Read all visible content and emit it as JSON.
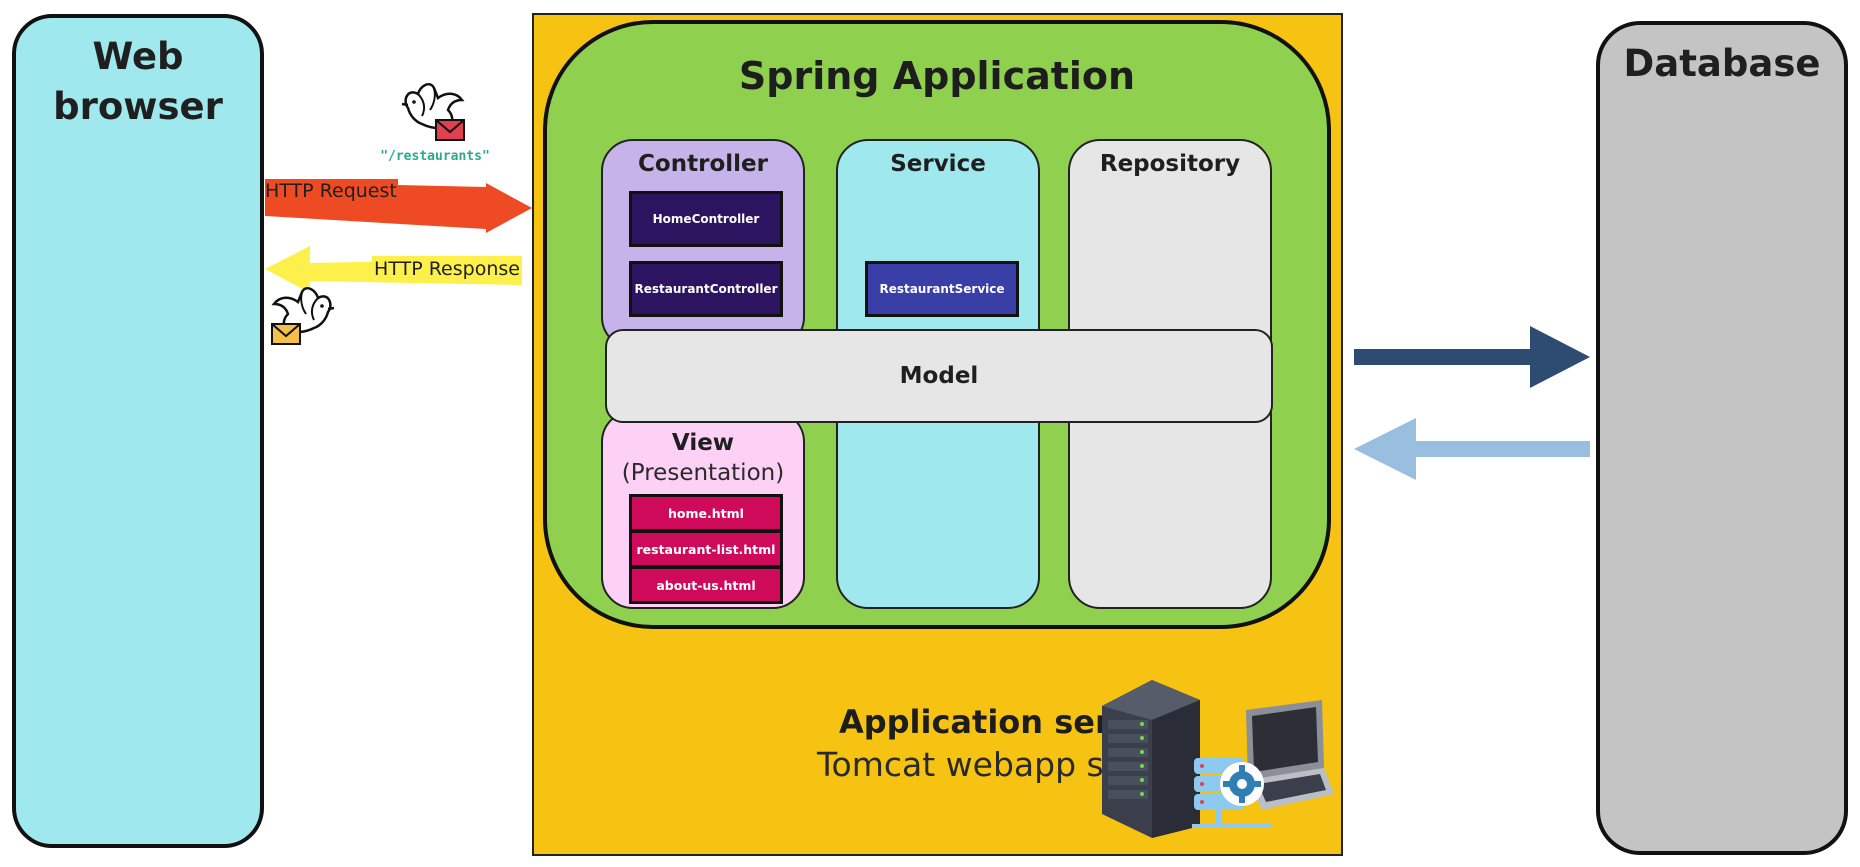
{
  "browser": {
    "title": "Web browser"
  },
  "database": {
    "title": "Database"
  },
  "app_server": {
    "title": "Application server",
    "subtitle": "Tomcat webapp server"
  },
  "spring": {
    "title": "Spring Application"
  },
  "layers": {
    "controller": {
      "title": "Controller",
      "components": [
        "HomeController",
        "RestaurantController"
      ]
    },
    "service": {
      "title": "Service",
      "components": [
        "RestaurantService"
      ]
    },
    "repository": {
      "title": "Repository"
    },
    "view": {
      "title": "View",
      "subtitle": "(Presentation)",
      "components": [
        "home.html",
        "restaurant-list.html",
        "about-us.html"
      ]
    },
    "model": {
      "title": "Model"
    }
  },
  "http": {
    "request_label": "HTTP Request",
    "response_label": "HTTP Response",
    "request_url": "\"/restaurants\""
  },
  "colors": {
    "browser": "#9fe9ee",
    "database": "#c4c4c4",
    "app_server": "#f7c313",
    "spring": "#8fd14f",
    "controller": "#c6b3e9",
    "service": "#9fe9ee",
    "repository": "#e6e6e6",
    "view": "#fdd0f5",
    "request_arrow": "#ee4a23",
    "response_arrow": "#fdf04b",
    "db_request_arrow": "#2e4c71",
    "db_response_arrow": "#9abee0"
  },
  "icons": [
    "dove-with-envelope-icon",
    "server-rack-icon",
    "laptop-icon",
    "gear-icon"
  ]
}
